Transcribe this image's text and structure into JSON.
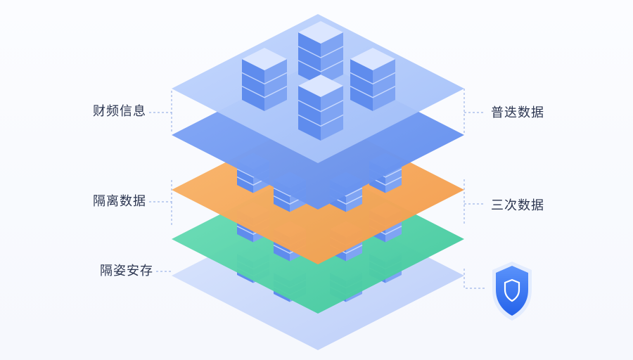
{
  "labels": {
    "left": [
      "财频信息",
      "隔离数据",
      "隔姿安存"
    ],
    "right": [
      "普迭数据",
      "三次数据"
    ]
  },
  "icons": {
    "shield": "shield-icon"
  },
  "colors": {
    "top_layer": "#aac6fb",
    "blue_layer": "#6f98f2",
    "orange_layer": "#f7a75a",
    "green_layer": "#52d2a9",
    "bottom_layer": "#c7d6fb",
    "server": "#5a86ea",
    "text": "#2b3550",
    "guide": "#9fb6e8",
    "shield": "#2e6ff2"
  }
}
